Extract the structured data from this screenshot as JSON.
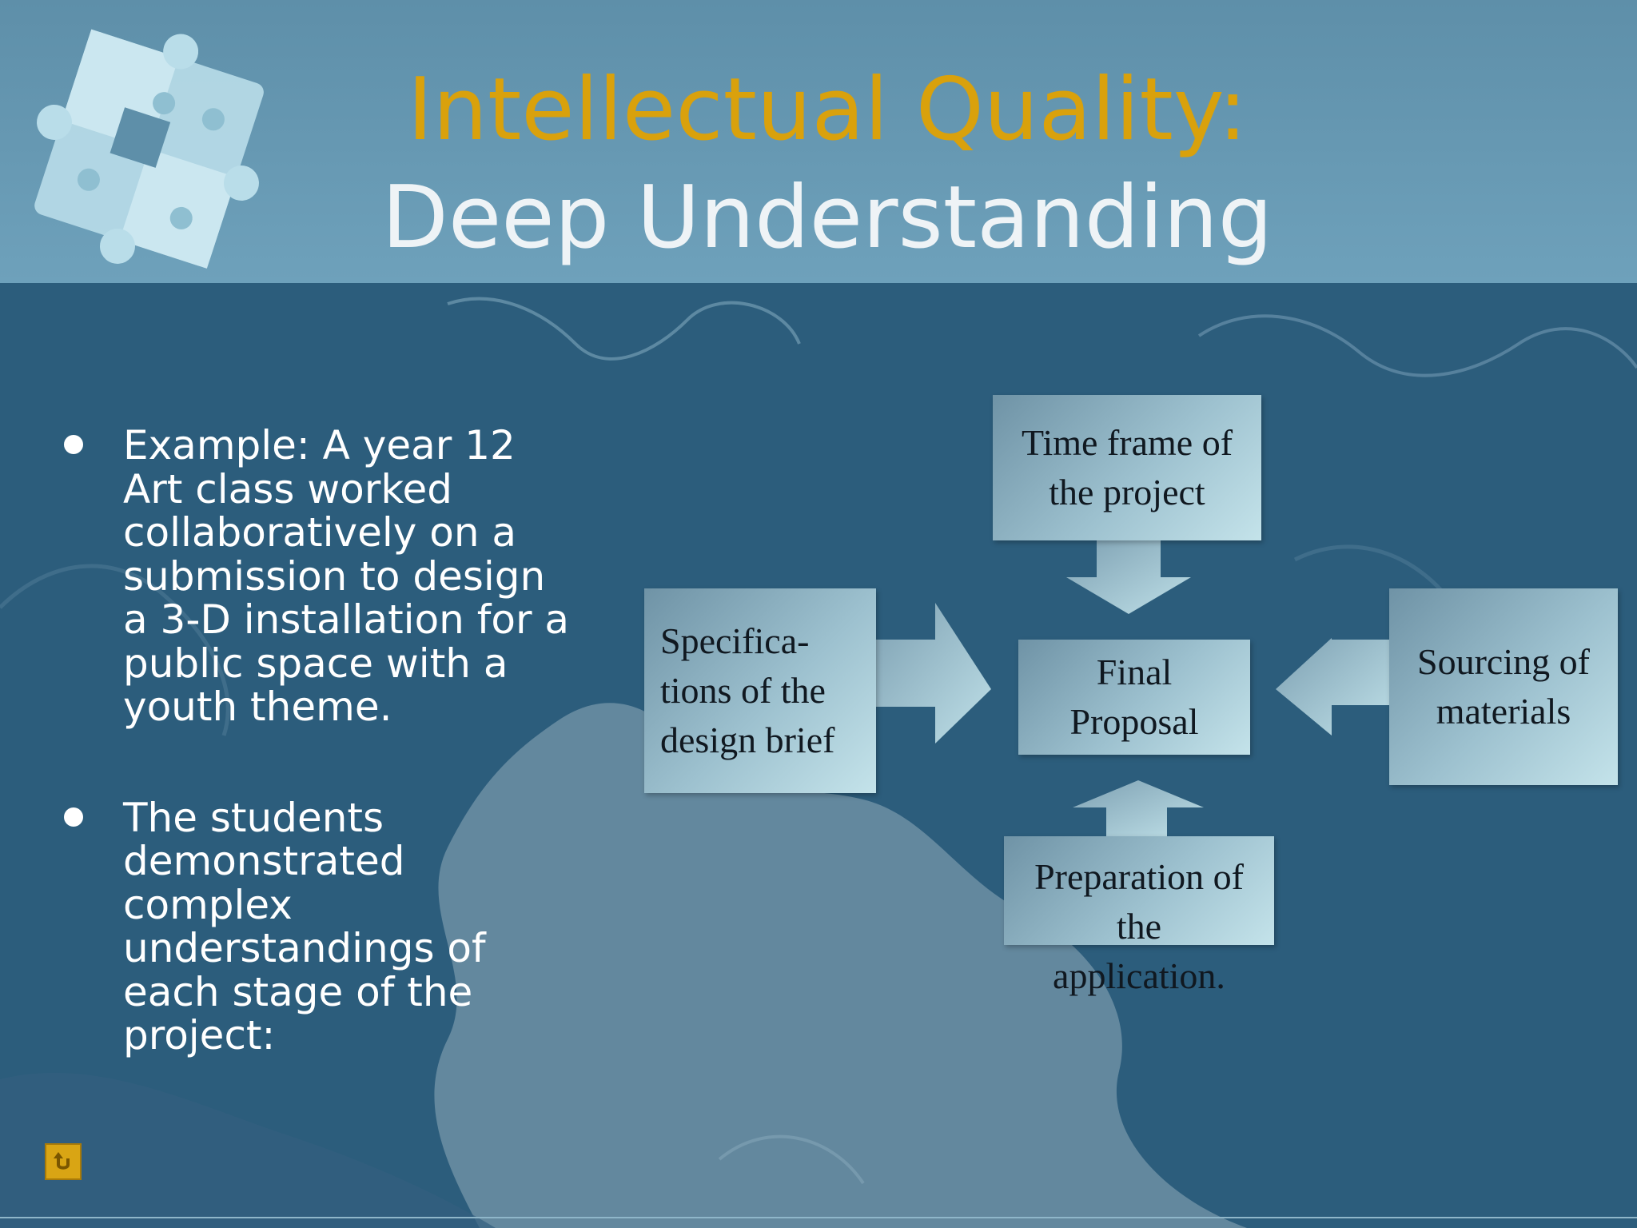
{
  "title": {
    "line1": "Intellectual Quality:",
    "line2": "Deep Understanding"
  },
  "bullets": [
    "Example: A year 12 Art class worked collaboratively on a submission to design a 3-D installation for a public space with a youth theme.",
    "The students demonstrated complex understandings of each stage of the project:"
  ],
  "diagram": {
    "top": "Time frame of\nthe project",
    "left": "Specifica-\ntions of the\ndesign brief",
    "center": "Final\nProposal",
    "right": "Sourcing of\nmaterials",
    "bottom": "Preparation of\nthe\napplication."
  },
  "icons": {
    "logo": "puzzle-pieces-icon",
    "return": "return-arrow-icon"
  },
  "colors": {
    "title_accent": "#d9a10c",
    "title_main": "#eef3f6",
    "background": "#2c5d7c"
  }
}
